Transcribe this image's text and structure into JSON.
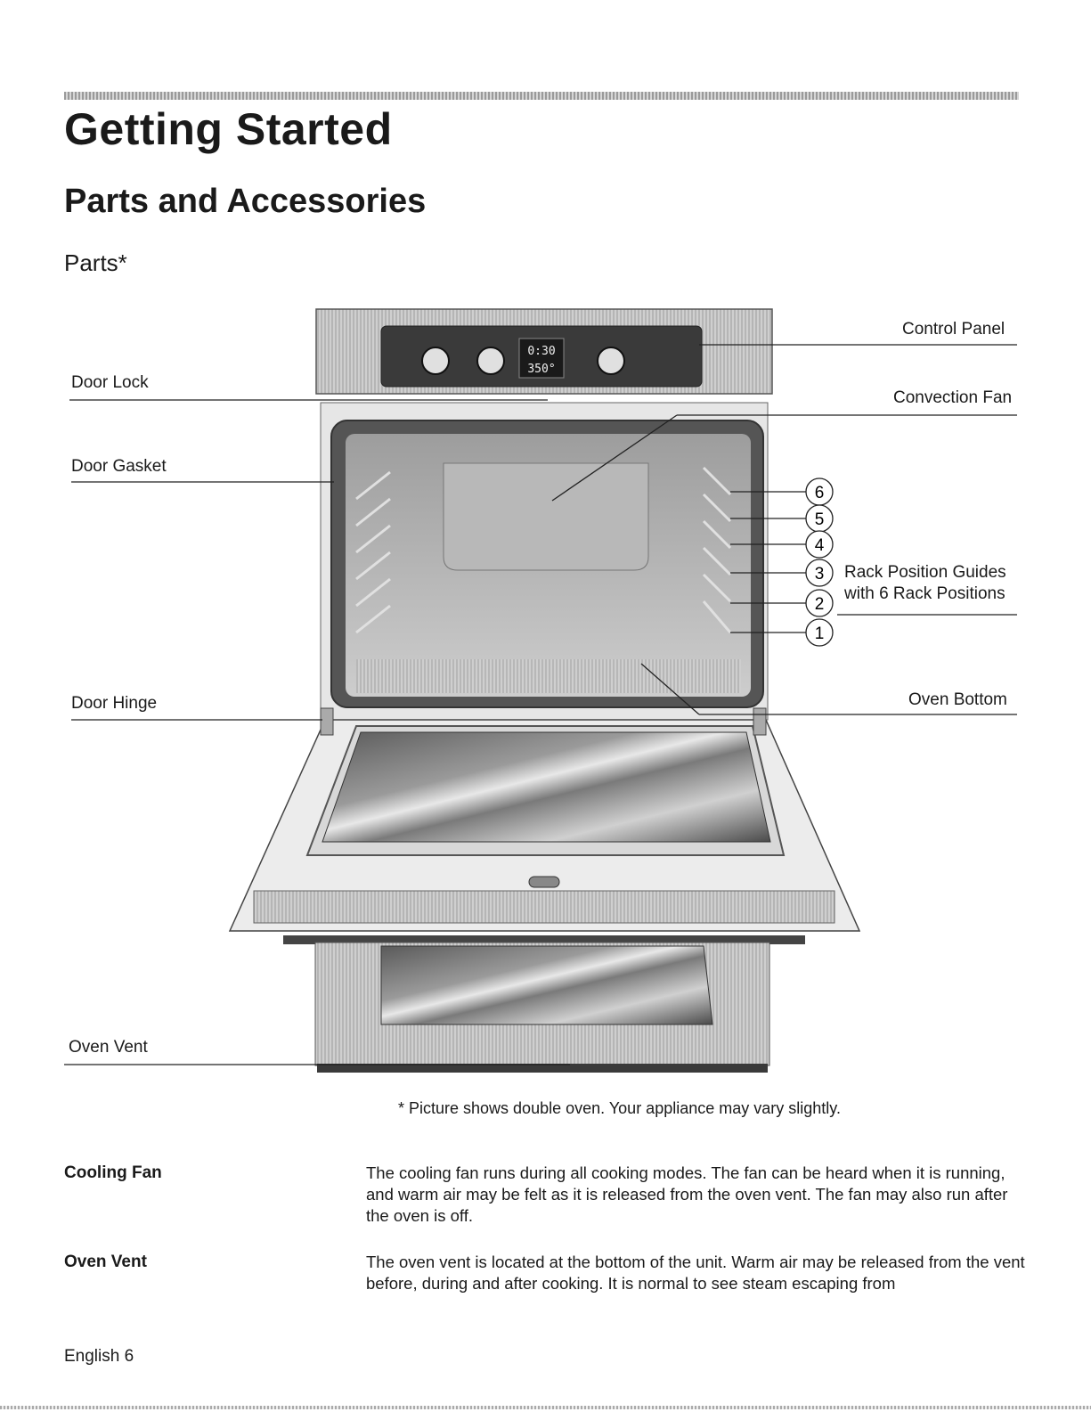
{
  "page": {
    "title": "Getting Started",
    "section": "Parts and Accessories",
    "subsection": "Parts*"
  },
  "figure": {
    "callouts": {
      "control_panel": "Control Panel",
      "door_lock": "Door Lock",
      "convection_fan": "Convection Fan",
      "door_gasket": "Door Gasket",
      "rack_guides_line1": "Rack Position Guides",
      "rack_guides_line2": "with 6 Rack Positions",
      "door_hinge": "Door Hinge",
      "oven_bottom": "Oven Bottom",
      "oven_vent": "Oven Vent"
    },
    "rack_positions": [
      "6",
      "5",
      "4",
      "3",
      "2",
      "1"
    ],
    "display_time": "0:30",
    "display_temp": "350°",
    "caption": "* Picture shows double oven. Your appliance may vary slightly."
  },
  "definitions": [
    {
      "term": "Cooling Fan",
      "text": "The cooling fan runs during all cooking modes. The fan can be heard when it is running, and warm air may be felt as it is released from the oven vent. The fan may also run after the oven is off."
    },
    {
      "term": "Oven Vent",
      "text": "The oven vent is located at the bottom of the unit. Warm air may be released from the vent before, during and after cooking. It is normal to see steam escaping from"
    }
  ],
  "footer": "English 6"
}
